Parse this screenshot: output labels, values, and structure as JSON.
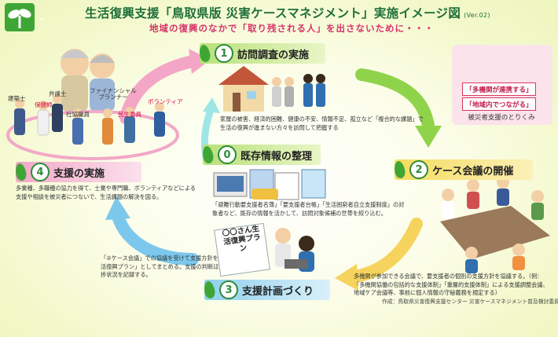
{
  "header": {
    "title": "生活復興支援「鳥取県版 災害ケースマネジメント」実施イメージ図",
    "version": "(Ver.02)",
    "subtitle": "地域の復興のなかで「取り残される人」を出さないために・・・"
  },
  "steps": {
    "s1": {
      "num": "1",
      "label": "訪問調査の実施",
      "text": "家屋の被害、経済的困難、健康の不安、情報不足、孤立など「複合的な課題」で生活の復興が進まない方々を訪問して把握する"
    },
    "s0": {
      "num": "0",
      "label": "既存情報の整理",
      "text": "「避難行動要支援者名簿」「要支援者台帳」「生活困窮者自立支援制度」の対象者など、既存の情報を活かして、訪問対象候補の世帯を絞り込む。"
    },
    "s2": {
      "num": "2",
      "label": "ケース会議の開催",
      "text": "多機関が参加できる会議で、要支援者の個別の支援方針を協議する。（例：「多機関協働の包括的な支援体制」「重層的支援体制」による支援調整会議、地域ケア会議等、事前に個人情報の守秘義務を規定する）"
    },
    "s3": {
      "num": "3",
      "label": "支援計画づくり",
      "text": "「②ケース会議」での協議を受けて支援方針を「生活復興プラン」としてまとめる。支援の判断ほか進捗状況を記録する。"
    },
    "s4": {
      "num": "4",
      "label": "支援の実施",
      "text": "多業種、多職種の協力を得て、士業や専門職、ボランティアなどによる支援や相談を被災者につないで、生活課題の解決を図る。"
    }
  },
  "plan_sheet": "〇〇さん生活復興プラン",
  "note": {
    "tag1": "「多機関が連携する」",
    "tag2": "「地域内でつながる」",
    "footer": "被災者支援のとりくみ"
  },
  "roles": {
    "kenchikushi": "建築士",
    "hokenshi": "保健師",
    "bengoshi": "弁護士",
    "fp": "ファイナンシャルプランナー",
    "volunteer": "ボランティア",
    "shakai": "社協職員",
    "minsei": "民生委員"
  },
  "credit": "作成：鳥取県災害復興支援センター 災害ケースマネジメント普及検討委員会",
  "colors": {
    "green": "#3fa635",
    "yellow": "#f5dc5c",
    "blue": "#8fd0ec",
    "pink": "#f2a8c6",
    "magenta": "#d8336c"
  }
}
